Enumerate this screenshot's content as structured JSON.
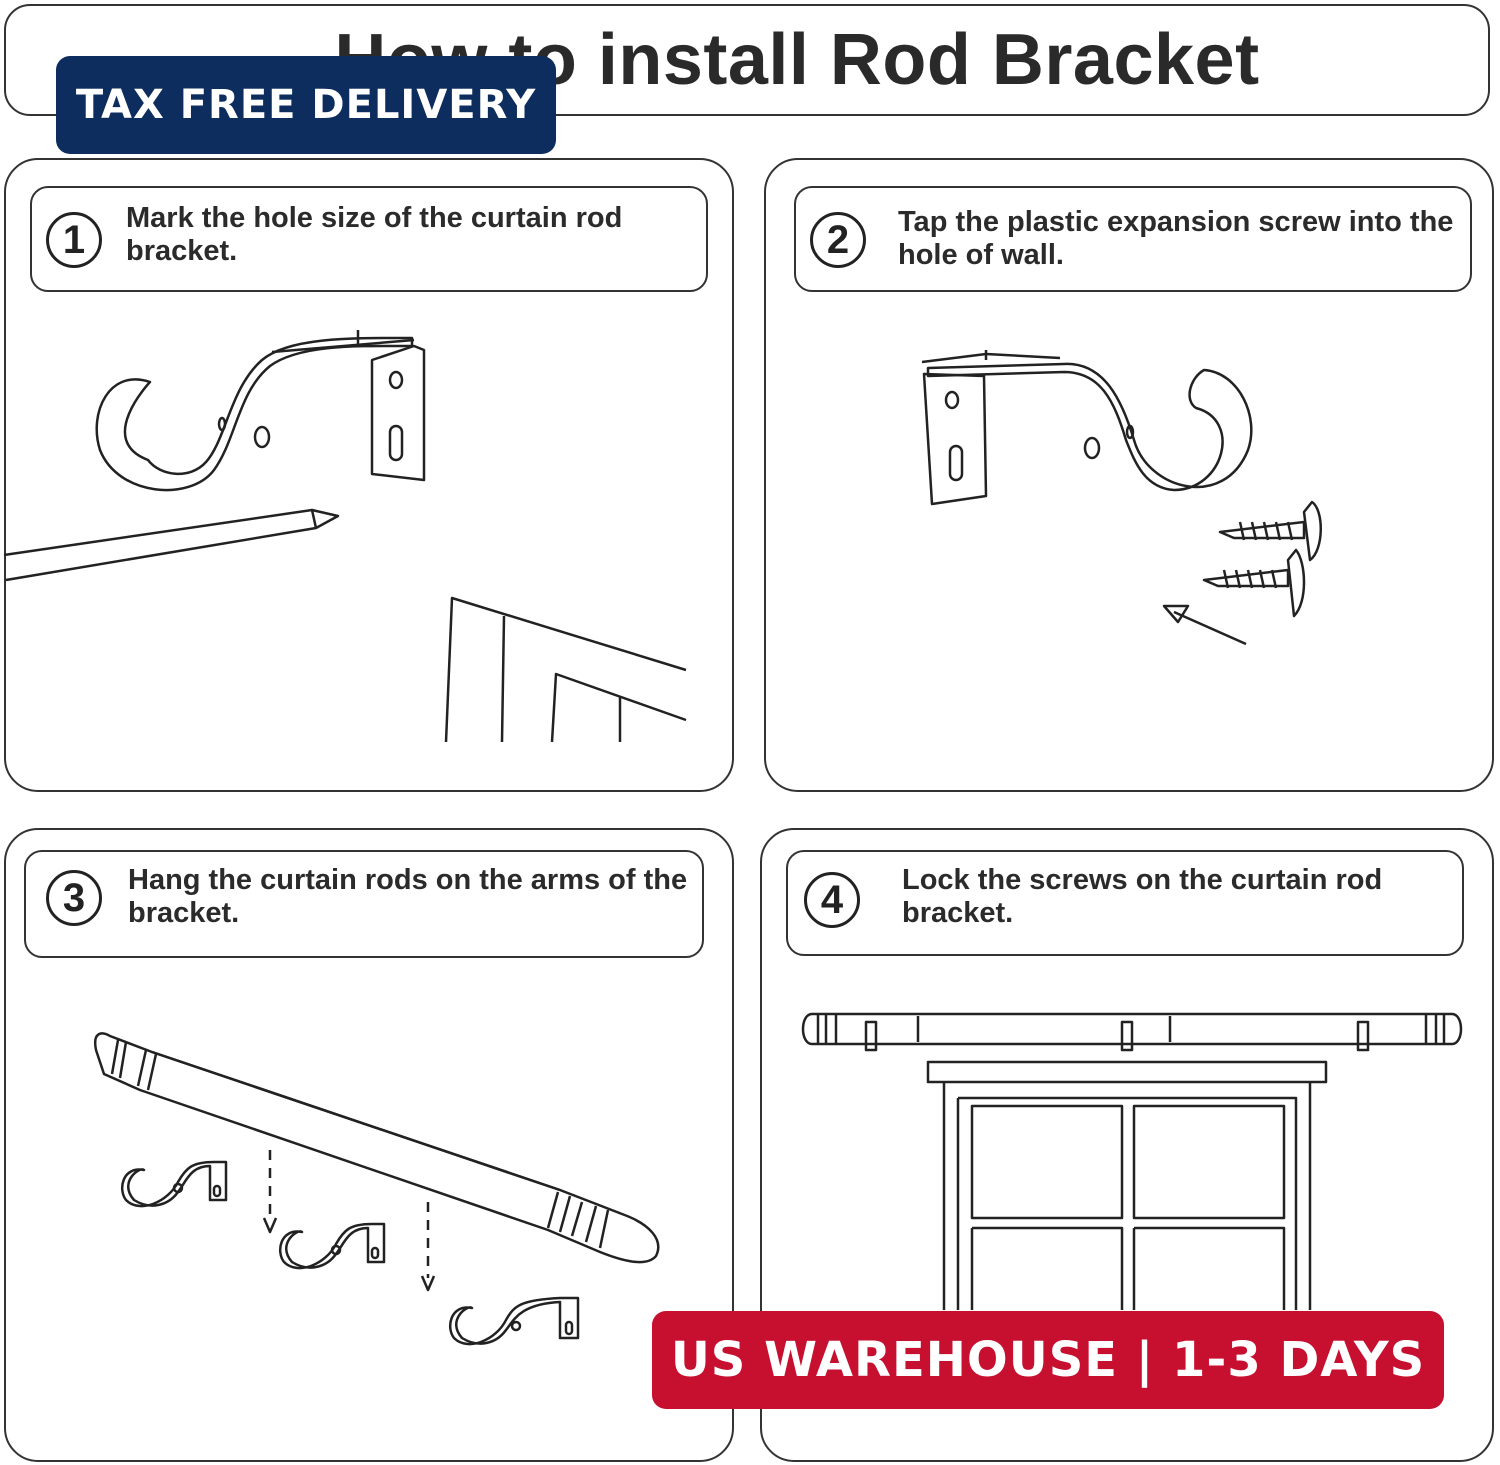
{
  "header": {
    "title": "How to install Rod Bracket"
  },
  "steps": [
    {
      "number": "1",
      "text": "Mark the hole size of the curtain rod bracket."
    },
    {
      "number": "2",
      "text": "Tap the plastic expansion screw into the hole of wall."
    },
    {
      "number": "3",
      "text": "Hang the curtain rods on the arms of the bracket."
    },
    {
      "number": "4",
      "text": "Lock the screws on the curtain rod bracket."
    }
  ],
  "badges": {
    "tax_free": "TAX FREE DELIVERY",
    "warehouse": "US WAREHOUSE | 1-3 DAYS"
  },
  "colors": {
    "tax_badge": "#0d2d5e",
    "warehouse_badge": "#c70f30",
    "line": "#333333"
  }
}
